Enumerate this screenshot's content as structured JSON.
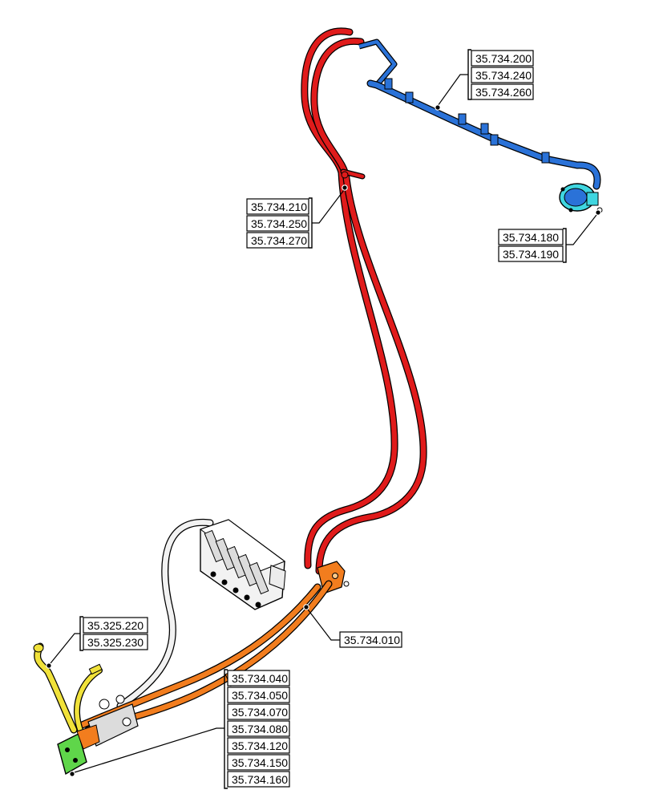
{
  "colors": {
    "pressure_hose": "#e01b1b",
    "pressure_hose_highlight": "#ff9a8a",
    "return_pipe": "#2a72d8",
    "return_pipe_highlight": "#8fc3ff",
    "filter_housing": "#3fd6e0",
    "supply_hose": "#f27d1e",
    "supply_hose_highlight": "#ffc98a",
    "pilot_hose": "#f1e23a",
    "manifold_block": "#5fd64a",
    "control_valve": "#f2f2f2",
    "outline": "#000000"
  },
  "callouts": {
    "return_group": [
      "35.734.200",
      "35.734.240",
      "35.734.260"
    ],
    "crossover_group": [
      "35.734.210",
      "35.734.250",
      "35.734.270"
    ],
    "filter_group": [
      "35.734.180",
      "35.734.190"
    ],
    "supply_group": [
      "35.734.010"
    ],
    "pilot_group": [
      "35.325.220",
      "35.325.230"
    ],
    "manifold_group": [
      "35.734.040",
      "35.734.050",
      "35.734.070",
      "35.734.080",
      "35.734.120",
      "35.734.150",
      "35.734.160"
    ]
  }
}
